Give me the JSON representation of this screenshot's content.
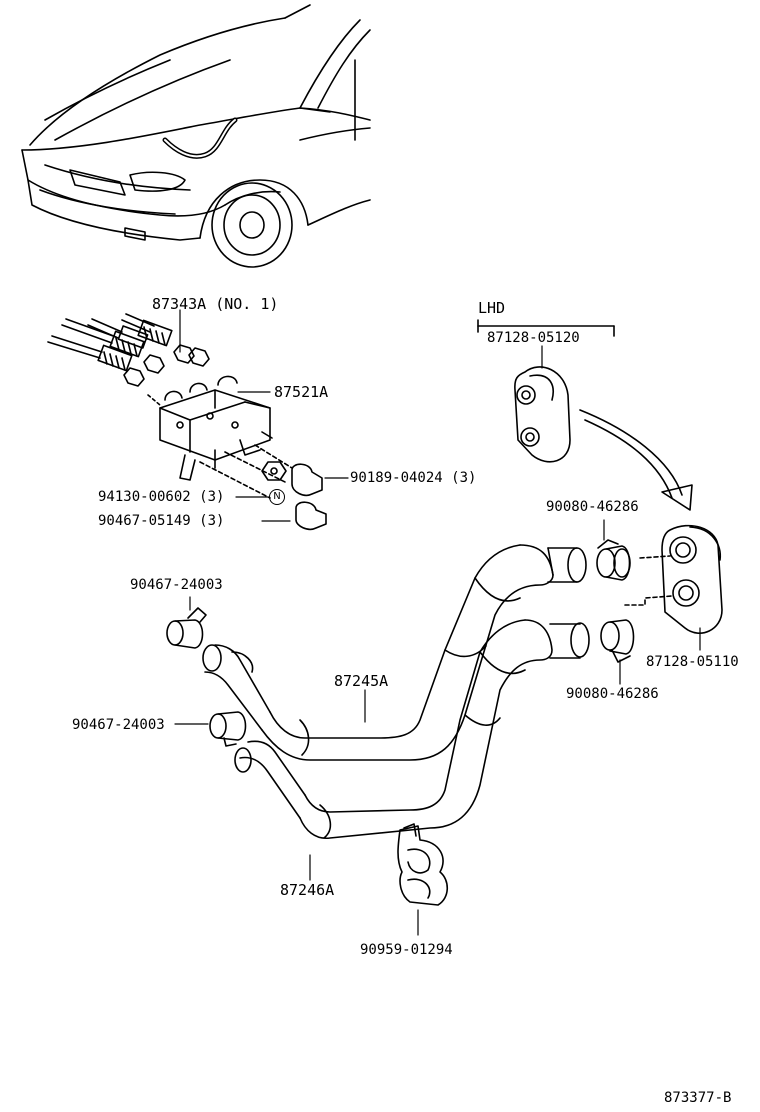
{
  "diagram": {
    "section_label": "LHD",
    "figure_code": "873377-B",
    "note_symbol": "N"
  },
  "parts": {
    "p87343A": "87343A (NO. 1)",
    "p87521A": "87521A",
    "p90189": "90189-04024 (3)",
    "p94130": "94130-00602 (3)",
    "p90467_05149": "90467-05149 (3)",
    "p87128_05120": "87128-05120",
    "p90080_top": "90080-46286",
    "p90467_24003_a": "90467-24003",
    "p87245A": "87245A",
    "p90467_24003_b": "90467-24003",
    "p87128_05110": "87128-05110",
    "p90080_bottom": "90080-46286",
    "p87246A": "87246A",
    "p90959": "90959-01294"
  },
  "colors": {
    "ink": "#000000",
    "paper": "#ffffff"
  }
}
